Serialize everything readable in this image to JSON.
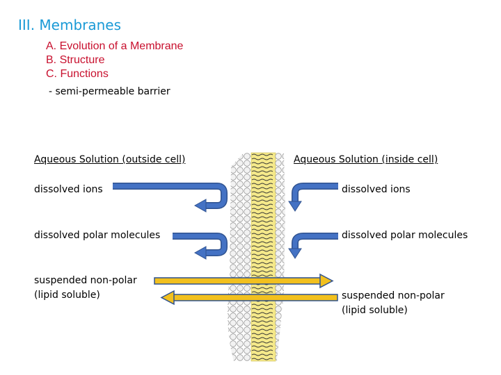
{
  "title": "III. Membranes",
  "outline": {
    "item_a": "A. Evolution of a Membrane",
    "item_b": "B. Structure",
    "item_c": "C. Functions"
  },
  "subpoint": "- semi-permeable barrier",
  "outside": {
    "heading": "Aqueous Solution (outside cell)",
    "ions": "dissolved ions",
    "polar": "dissolved polar molecules",
    "nonpolar_line1": "suspended non-polar",
    "nonpolar_line2": "(lipid soluble)"
  },
  "inside": {
    "heading": "Aqueous Solution (inside cell)",
    "ions": "dissolved ions",
    "polar": "dissolved polar molecules",
    "nonpolar_line1": "suspended non-polar",
    "nonpolar_line2": "(lipid soluble)"
  },
  "colors": {
    "title": "#1a9ad6",
    "outline": "#c8102e",
    "blue_arrow": "#4472c4",
    "yellow_arrow": "#f2c01e",
    "membrane_core": "#f5e98a",
    "head_fill": "#f2f2f2"
  }
}
